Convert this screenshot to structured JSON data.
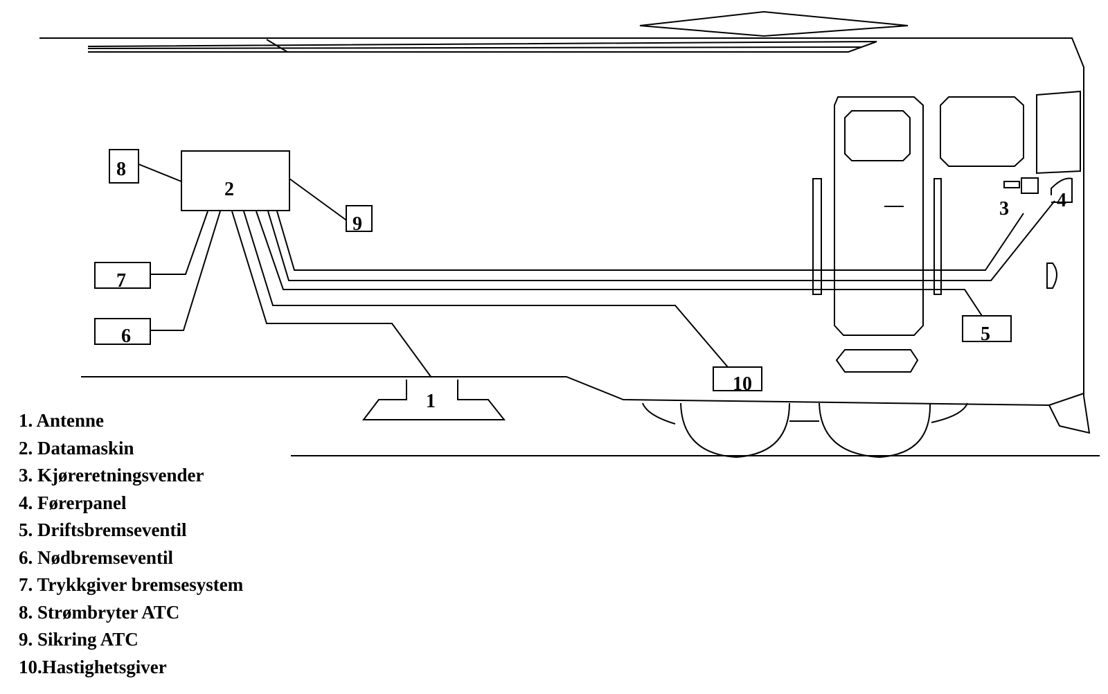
{
  "callouts": {
    "c1": "1",
    "c2": "2",
    "c3": "3",
    "c4": "4",
    "c5": "5",
    "c6": "6",
    "c7": "7",
    "c8": "8",
    "c9": "9",
    "c10": "10"
  },
  "legend": [
    "1. Antenne",
    "2. Datamaskin",
    "3. Kjøreretningsvender",
    "4. Førerpanel",
    "5. Driftsbremseventil",
    "6. Nødbremseventil",
    "7. Trykkgiver bremsesystem",
    "8. Strømbryter ATC",
    "9. Sikring ATC",
    "10.Hastighetsgiver"
  ]
}
